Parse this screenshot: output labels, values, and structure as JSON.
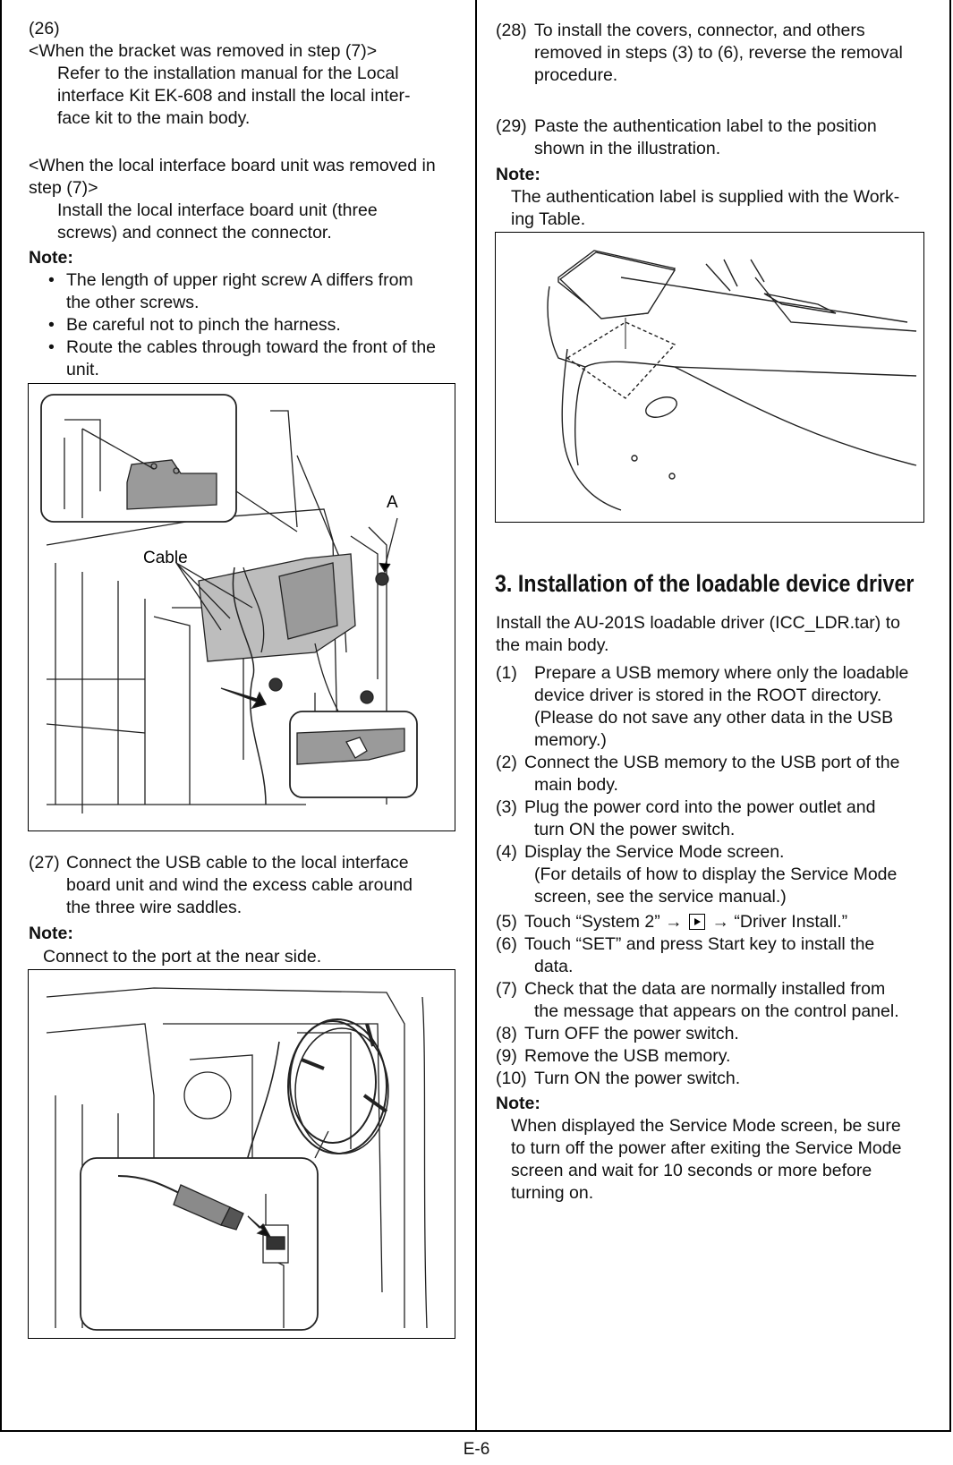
{
  "left": {
    "s26_num": "(26)",
    "s26_cond1": "<When the bracket was removed in step (7)>",
    "s26_body1": [
      "Refer to the installation manual for the Local",
      "interface Kit EK-608 and install the local inter-",
      "face kit to the main body."
    ],
    "s26_cond2": [
      "<When the local interface board unit was removed in",
      "step (7)>"
    ],
    "s26_body2": [
      "Install the local interface board unit (three",
      "screws) and connect the connector."
    ],
    "note1_label": "Note:",
    "note1_bullets": [
      [
        "The length of upper right screw A differs from",
        "the other screws."
      ],
      [
        "Be careful not to pinch the harness."
      ],
      [
        "Route the cables through toward the front of the",
        "unit."
      ]
    ],
    "fig1_label_a": "A",
    "fig1_label_cable": "Cable",
    "s27_num": "(27)",
    "s27_body": [
      "Connect the USB cable to the local interface",
      "board unit and wind the excess cable around",
      "the three wire saddles."
    ],
    "note2_label": "Note:",
    "note2_body": "Connect to the port at the near side."
  },
  "right": {
    "s28_num": "(28)",
    "s28_body": [
      "To install the covers, connector, and others",
      "removed in steps (3) to (6), reverse the removal",
      "procedure."
    ],
    "s29_num": "(29)",
    "s29_body": [
      "Paste the authentication label to the position",
      "shown in the illustration."
    ],
    "note3_label": "Note:",
    "note3_body": [
      "The authentication label is supplied with the Work-",
      "ing Table."
    ],
    "section_heading": "3. Installation of the loadable device driver",
    "intro": [
      "Install the AU-201S loadable driver (ICC_LDR.tar) to",
      "the main body."
    ],
    "steps": [
      {
        "num": "(1)",
        "lines": [
          "Prepare a USB memory where only the loadable",
          "device driver is stored in the ROOT directory.",
          "(Please do not save any other data in the USB",
          "memory.)"
        ]
      },
      {
        "num": "(2)",
        "lines": [
          "Connect the USB memory to the USB port of the",
          "main body."
        ]
      },
      {
        "num": "(3)",
        "lines": [
          "Plug the power cord into the power outlet and",
          "turn ON the power switch."
        ]
      },
      {
        "num": "(4)",
        "lines": [
          "Display the Service Mode screen.",
          "(For details of how to display the Service Mode",
          "screen, see the service manual.)"
        ]
      },
      {
        "num": "(5)",
        "pre": "Touch “System 2” →",
        "post": "→ “Driver Install.”"
      },
      {
        "num": "(6)",
        "lines": [
          "Touch “SET” and press Start key to install the",
          "data."
        ]
      },
      {
        "num": "(7)",
        "lines": [
          "Check that the data are normally installed from",
          "the message that appears on the control panel."
        ]
      },
      {
        "num": "(8)",
        "lines": [
          "Turn OFF the power switch."
        ]
      },
      {
        "num": "(9)",
        "lines": [
          "Remove the USB memory."
        ]
      },
      {
        "num": "(10)",
        "lines": [
          "Turn ON the power switch."
        ]
      }
    ],
    "note4_label": "Note:",
    "note4_body": [
      "When displayed the Service Mode screen, be sure",
      "to turn off the power after exiting the Service Mode",
      "screen and wait for 10 seconds or more before",
      "turning on."
    ]
  },
  "footer": {
    "page_number": "E-6"
  },
  "icons": {
    "next_arrow": "next-arrow-button-icon"
  }
}
